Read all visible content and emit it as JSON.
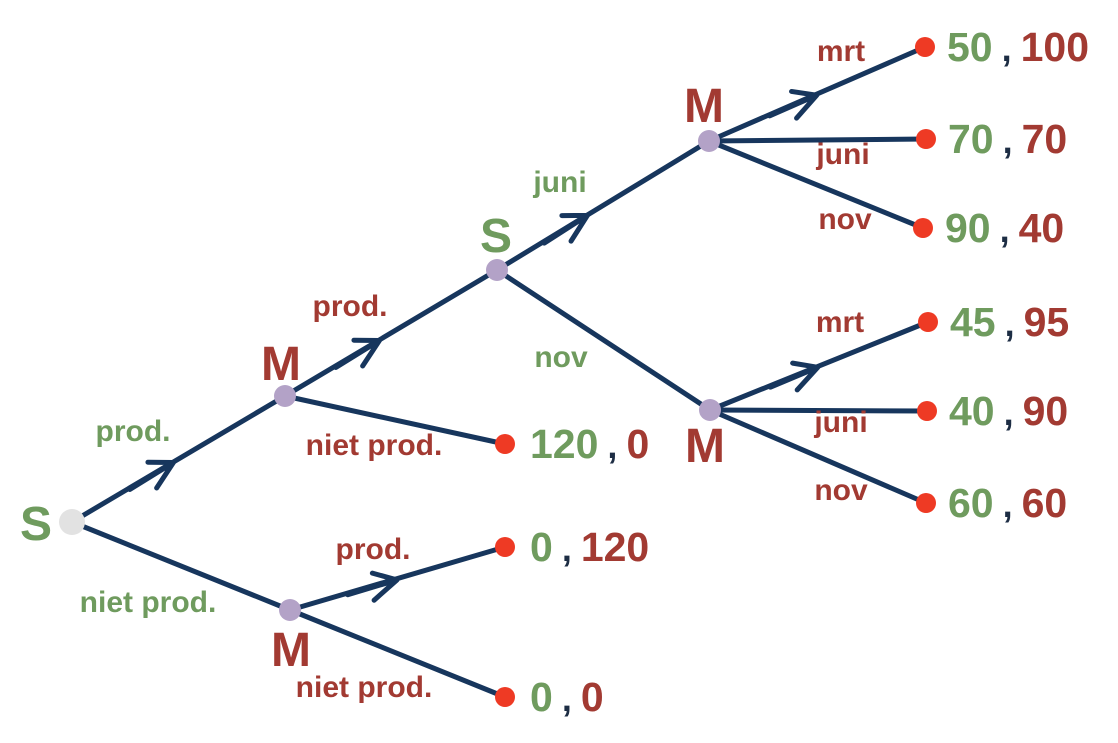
{
  "diagram_type": "extensive-form game tree",
  "colors": {
    "player_s_green": "#6f9b5e",
    "player_m_dark_red": "#a23a32",
    "edge_navy": "#17365d",
    "leaf_dot_red": "#ee3a24",
    "decision_node_lavender": "#b3a2c7",
    "root_node_gray": "#e2e2e2"
  },
  "tree": {
    "separator": ",",
    "nodes": [
      {
        "id": "s-root",
        "label": "S"
      },
      {
        "id": "m-left",
        "label": "M"
      },
      {
        "id": "s-mid",
        "label": "S"
      },
      {
        "id": "m-top",
        "label": "M"
      },
      {
        "id": "m-right",
        "label": "M"
      },
      {
        "id": "m-bottom",
        "label": "M"
      }
    ],
    "edges": [
      {
        "from": "s-root",
        "to": "m-left",
        "label": "prod."
      },
      {
        "from": "s-root",
        "to": "m-bottom",
        "label": "niet prod."
      },
      {
        "from": "m-left",
        "to": "s-mid",
        "label": "prod."
      },
      {
        "from": "m-left",
        "to": "leaf-120-0",
        "label": "niet prod."
      },
      {
        "from": "s-mid",
        "to": "m-top",
        "label": "juni"
      },
      {
        "from": "s-mid",
        "to": "m-right",
        "label": "nov"
      },
      {
        "from": "m-top",
        "to": "leaf-50-100",
        "label": "mrt"
      },
      {
        "from": "m-top",
        "to": "leaf-70-70",
        "label": "juni"
      },
      {
        "from": "m-top",
        "to": "leaf-90-40",
        "label": "nov"
      },
      {
        "from": "m-right",
        "to": "leaf-45-95",
        "label": "mrt"
      },
      {
        "from": "m-right",
        "to": "leaf-40-90",
        "label": "juni"
      },
      {
        "from": "m-right",
        "to": "leaf-60-60",
        "label": "nov"
      },
      {
        "from": "m-bottom",
        "to": "leaf-0-120",
        "label": "prod."
      },
      {
        "from": "m-bottom",
        "to": "leaf-0-0",
        "label": "niet prod."
      }
    ],
    "payoffs": [
      {
        "s": "50",
        "m": "100"
      },
      {
        "s": "70",
        "m": "70"
      },
      {
        "s": "90",
        "m": "40"
      },
      {
        "s": "45",
        "m": "95"
      },
      {
        "s": "40",
        "m": "90"
      },
      {
        "s": "60",
        "m": "60"
      },
      {
        "s": "120",
        "m": "0"
      },
      {
        "s": "0",
        "m": "120"
      },
      {
        "s": "0",
        "m": "0"
      }
    ]
  }
}
